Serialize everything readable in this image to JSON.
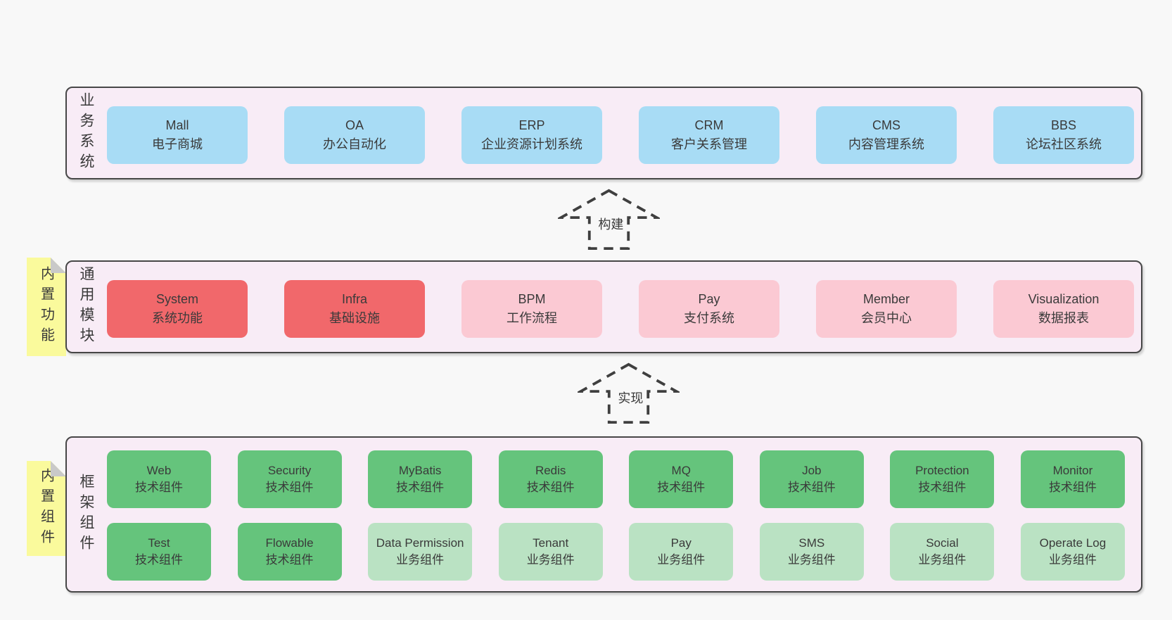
{
  "colors": {
    "page_background": "#f8f8f8",
    "layer_background": "#f8ecf6",
    "layer_border": "#474747",
    "node_blue": "#a8dcf5",
    "node_red": "#f1686b",
    "node_pink": "#fbc9d3",
    "node_green": "#65c47c",
    "node_green_light": "#bae2c3",
    "tab_yellow": "#fafa9c",
    "tab_fold_gray": "#c9c9c9",
    "text": "#3a3a3a"
  },
  "business": {
    "label": "业务系统",
    "boxes": [
      {
        "title": "Mall",
        "subtitle": "电子商城",
        "variant": "blue"
      },
      {
        "title": "OA",
        "subtitle": "办公自动化",
        "variant": "blue"
      },
      {
        "title": "ERP",
        "subtitle": "企业资源计划系统",
        "variant": "blue"
      },
      {
        "title": "CRM",
        "subtitle": "客户关系管理",
        "variant": "blue"
      },
      {
        "title": "CMS",
        "subtitle": "内容管理系统",
        "variant": "blue"
      },
      {
        "title": "BBS",
        "subtitle": "论坛社区系统",
        "variant": "blue"
      }
    ]
  },
  "arrows": {
    "build": "构建",
    "implement": "实现"
  },
  "modules": {
    "label": "通用模块",
    "tab": "内置功能",
    "boxes": [
      {
        "title": "System",
        "subtitle": "系统功能",
        "variant": "red"
      },
      {
        "title": "Infra",
        "subtitle": "基础设施",
        "variant": "red"
      },
      {
        "title": "BPM",
        "subtitle": "工作流程",
        "variant": "pink"
      },
      {
        "title": "Pay",
        "subtitle": "支付系统",
        "variant": "pink"
      },
      {
        "title": "Member",
        "subtitle": "会员中心",
        "variant": "pink"
      },
      {
        "title": "Visualization",
        "subtitle": "数据报表",
        "variant": "pink"
      }
    ]
  },
  "components": {
    "label": "框架组件",
    "tab": "内置组件",
    "row1": [
      {
        "title": "Web",
        "subtitle": "技术组件",
        "variant": "green"
      },
      {
        "title": "Security",
        "subtitle": "技术组件",
        "variant": "green"
      },
      {
        "title": "MyBatis",
        "subtitle": "技术组件",
        "variant": "green"
      },
      {
        "title": "Redis",
        "subtitle": "技术组件",
        "variant": "green"
      },
      {
        "title": "MQ",
        "subtitle": "技术组件",
        "variant": "green"
      },
      {
        "title": "Job",
        "subtitle": "技术组件",
        "variant": "green"
      },
      {
        "title": "Protection",
        "subtitle": "技术组件",
        "variant": "green"
      },
      {
        "title": "Monitor",
        "subtitle": "技术组件",
        "variant": "green"
      }
    ],
    "row2": [
      {
        "title": "Test",
        "subtitle": "技术组件",
        "variant": "green"
      },
      {
        "title": "Flowable",
        "subtitle": "技术组件",
        "variant": "green"
      },
      {
        "title": "Data Permission",
        "subtitle": "业务组件",
        "variant": "green-light"
      },
      {
        "title": "Tenant",
        "subtitle": "业务组件",
        "variant": "green-light"
      },
      {
        "title": "Pay",
        "subtitle": "业务组件",
        "variant": "green-light"
      },
      {
        "title": "SMS",
        "subtitle": "业务组件",
        "variant": "green-light"
      },
      {
        "title": "Social",
        "subtitle": "业务组件",
        "variant": "green-light"
      },
      {
        "title": "Operate Log",
        "subtitle": "业务组件",
        "variant": "green-light"
      }
    ]
  }
}
